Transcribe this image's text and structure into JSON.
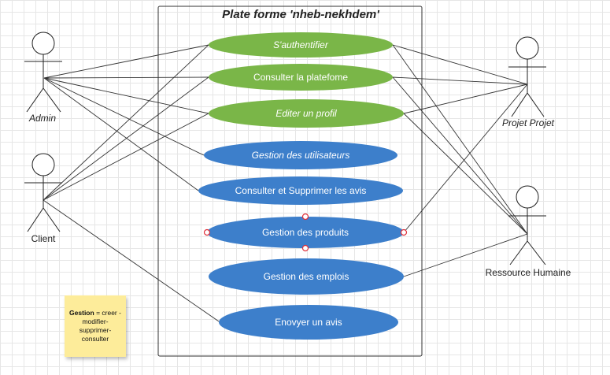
{
  "system": {
    "title": "Plate forme 'nheb-nekhdem'"
  },
  "actors": {
    "admin": "Admin",
    "client": "Client",
    "projet": "Projet Projet",
    "rh": "Ressource Humaine"
  },
  "use_cases": {
    "authentifier": "S'authentifier",
    "consulter_plateforme": "Consulter la platefome",
    "editer_profil": "Editer un profil",
    "gestion_utilisateurs": "Gestion des utilisateurs",
    "consulter_supprimer_avis": "Consulter et Supprimer les avis",
    "gestion_produits": "Gestion des produits",
    "gestion_emplois": "Gestion des emplois",
    "envoyer_avis": "Enovyer un avis"
  },
  "note": {
    "bold": "Gestion",
    "text_rest": " = creer - modifier- supprimer- consulter"
  },
  "colors": {
    "green": "#7ab648",
    "blue": "#3d7fcb",
    "note": "#fdec9a"
  }
}
